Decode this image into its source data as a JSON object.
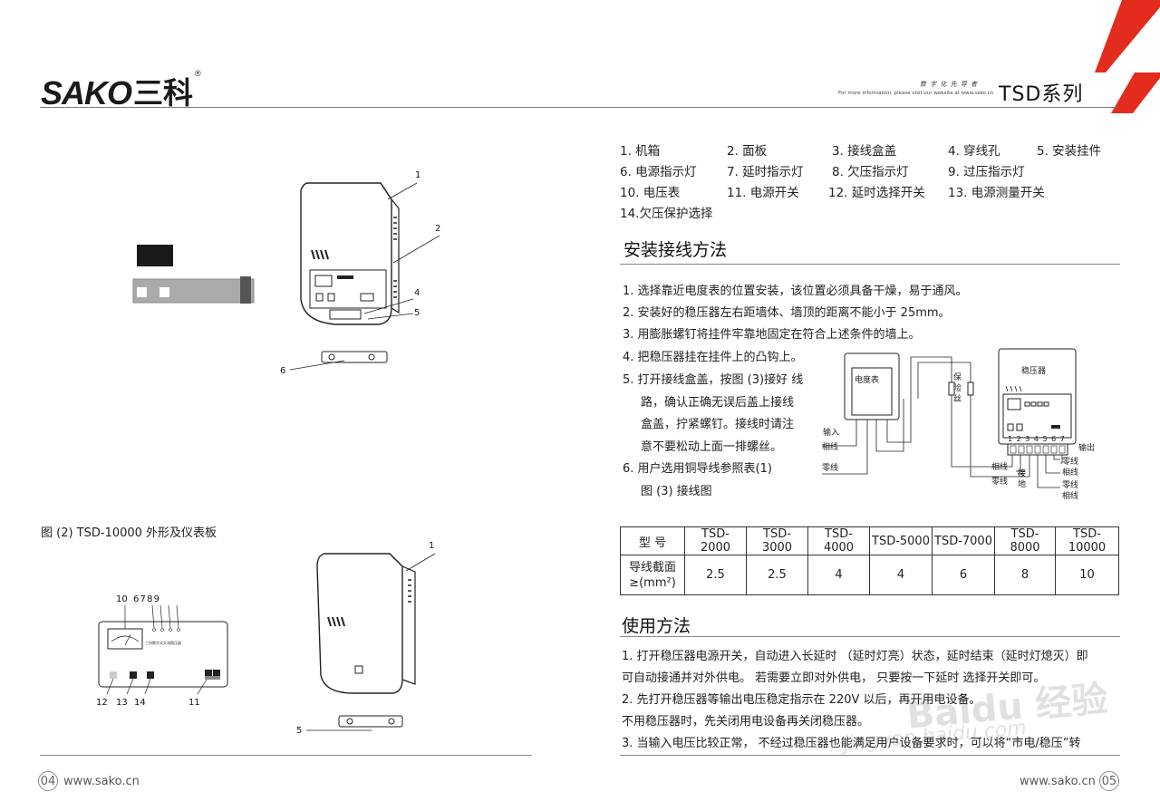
{
  "header": {
    "logo_latin": "SAKO",
    "logo_cn": "三科",
    "logo_reg": "®",
    "tagline": "数 字 化 先 导 者",
    "more_info": "For more information, please visit our website at www.sako.cn",
    "series": "TSD系列",
    "accent_color": "#e32b1e"
  },
  "left": {
    "figure1_labels": [
      "1",
      "2",
      "4",
      "5",
      "6"
    ],
    "figure2_caption": "图 (2)  TSD-10000 外形及仪表板",
    "panel_top_labels": [
      "10",
      "6 7 8 9"
    ],
    "panel_bottom_labels": [
      "12",
      "13",
      "14",
      "11"
    ],
    "panel_small_text": "三科数字式交流稳压器",
    "figure2_labels": [
      "1",
      "5"
    ],
    "page_number": "04",
    "site": "www.sako.cn"
  },
  "right": {
    "parts": [
      [
        "1.  机箱",
        "2.  面板",
        "3.  接线盒盖",
        "4.  穿线孔",
        "5.  安装挂件"
      ],
      [
        "6.  电源指示灯",
        "7.  延时指示灯",
        "8.  欠压指示灯",
        "9.  过压指示灯"
      ],
      [
        "10.  电压表",
        "11.  电源开关",
        "12.  延时选择开关",
        "13.  电源测量开关"
      ],
      [
        "14.欠压保护选择"
      ]
    ],
    "install_title": "安装接线方法",
    "install_steps": [
      "1.  选择靠近电度表的位置安装，该位置必须具备干燥，易于通风。",
      "2.  安装好的稳压器左右距墙体、墙顶的距离不能小于 25mm。",
      "3.  用膨胀螺钉将挂件牢靠地固定在符合上述条件的墙上。",
      "4.  把稳压器挂在挂件上的凸钩上。",
      "5.  打开接线盒盖，按图 (3)接好 线",
      "路，确认正确无误后盖上接线",
      "盒盖，拧紧螺钉。接线时请注",
      "意不要松动上面一排螺丝。",
      "6.  用户选用铜导线参照表(1)",
      "图  (3) 接线图"
    ],
    "wiring": {
      "meter": "电度表",
      "fuse": "保险丝",
      "regulator": "稳压器",
      "input": "输入",
      "output": "输出",
      "phase": "相线",
      "neutral": "零线",
      "ground": "接地",
      "terminals": "1 2 3 4 5 6 7"
    },
    "table": {
      "header_label": "型  号",
      "models": [
        "TSD-2000",
        "TSD-3000",
        "TSD-4000",
        "TSD-5000",
        "TSD-7000",
        "TSD-8000",
        "TSD-10000"
      ],
      "row_label_1": "导线截面",
      "row_label_2": "≥(mm²)",
      "values": [
        "2.5",
        "2.5",
        "4",
        "4",
        "6",
        "8",
        "10"
      ]
    },
    "usage_title": "使用方法",
    "usage_lines": [
      "1.  打开稳压器电源开关，自动进入长延时 （延时灯亮）状态，延时结束（延时灯熄灭）即",
      "可自动接通并对外供电。 若需要立即对外供电， 只要按一下延时 选择开关即可。",
      "2.  先打开稳压器等输出电压稳定指示在  220V  以后，再开用电设备。",
      "     不用稳压器时，先关闭用电设备再关闭稳压器。",
      "3.  当输入电压比较正常， 不经过稳压器也能满足用户设备要求时，可以将“市电/稳压”转"
    ],
    "page_number": "05",
    "site": "www.sako.cn"
  },
  "watermark": {
    "main": "Baidu 经验",
    "sub": "jingyan.baidu.com"
  }
}
